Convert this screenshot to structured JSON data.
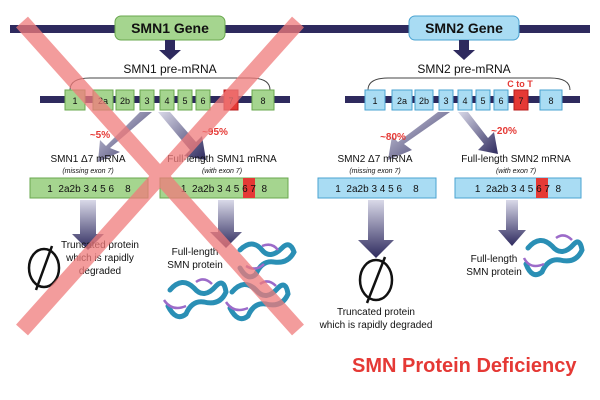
{
  "smn1": {
    "gene_label": "SMN1 Gene",
    "pre_mrna_label": "SMN1 pre-mRNA",
    "exons": [
      "1",
      "2a",
      "2b",
      "3",
      "4",
      "5",
      "6",
      "7",
      "8"
    ],
    "pct_left": "~5%",
    "pct_right": "~95%",
    "mrna_left_title": "SMN1 Δ7 mRNA",
    "mrna_left_sub": "(missing exon 7)",
    "mrna_left_exons": "1  2a2b 3 4 5 6    8",
    "mrna_right_title": "Full-length SMN1 mRNA",
    "mrna_right_sub": "(with exon 7)",
    "mrna_right_exons": "1  2a2b 3 4 5 6 7  8",
    "truncated_line1": "Truncated protein",
    "truncated_line2": "which is rapidly",
    "truncated_line3": "degraded",
    "full_line1": "Full-length",
    "full_line2": "SMN protein"
  },
  "smn2": {
    "gene_label": "SMN2 Gene",
    "pre_mrna_label": "SMN2 pre-mRNA",
    "c_to_t": "C to T",
    "pct_left": "~80%",
    "pct_right": "~20%",
    "mrna_left_title": "SMN2 Δ7 mRNA",
    "mrna_left_sub": "(missing exon 7)",
    "mrna_left_exons": "1  2a2b 3 4 5 6    8",
    "mrna_right_title": "Full-length SMN2 mRNA",
    "mrna_right_sub": "(with exon 7)",
    "mrna_right_exons": "1  2a2b 3 4 5 6 7  8",
    "truncated_line1": "Truncated protein",
    "truncated_line2": "which is rapidly degraded",
    "full_line1": "Full-length",
    "full_line2": "SMN protein"
  },
  "footer_title": "SMN Protein Deficiency",
  "colors": {
    "green": "#a5d58f",
    "green_dark": "#6aa84f",
    "blue": "#a9dcf3",
    "blue_dark": "#4aa3d2",
    "red": "#e53935",
    "navy": "#2e2a5e",
    "cross": "#f07b7b"
  }
}
